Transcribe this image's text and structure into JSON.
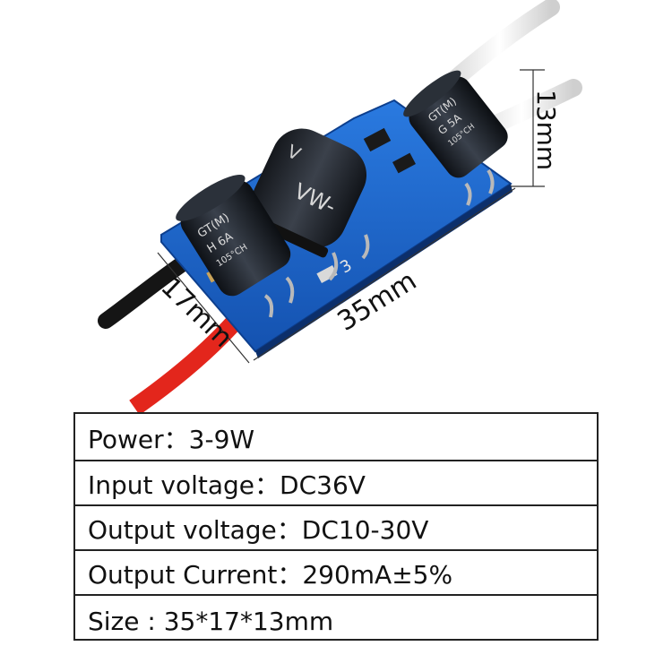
{
  "dimensions": {
    "height_label": "13mm",
    "length_label": "35mm",
    "width_label": "17mm"
  },
  "components": {
    "capacitor_left_text": [
      "GT(M)",
      "H 6A",
      "105°CH"
    ],
    "capacitor_right_text": [
      "GT(M)",
      "G 5A",
      "105°CH"
    ],
    "inductor_text": "VW-",
    "inductor_side_text": "V",
    "pcb_marking": "3"
  },
  "specs": [
    {
      "text": "Power：3-9W"
    },
    {
      "text": "Input voltage：DC36V"
    },
    {
      "text": "Output voltage：DC10-30V"
    },
    {
      "text": "Output Current：290mA±5%"
    },
    {
      "text": "Size : 35*17*13mm"
    }
  ],
  "colors": {
    "pcb": "#1d62c9",
    "red_wire": "#e3261c",
    "black_wire": "#151515",
    "white_wire": "#f0f0f0",
    "component_body": "#1e2229"
  }
}
